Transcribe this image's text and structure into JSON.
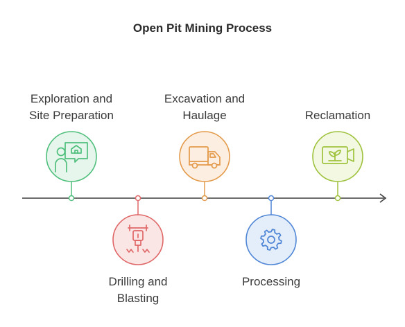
{
  "title": "Open Pit Mining Process",
  "stages": [
    {
      "label": "Exploration and\nSite Preparation",
      "icon": "explorer-house-icon",
      "stroke": "#4fbf7c",
      "fill": "#e6f6ec"
    },
    {
      "label": "Drilling and\nBlasting",
      "icon": "jackhammer-icon",
      "stroke": "#e06767",
      "fill": "#fbe6e6"
    },
    {
      "label": "Excavation and\nHaulage",
      "icon": "truck-icon",
      "stroke": "#e49a4a",
      "fill": "#fcefe1"
    },
    {
      "label": "Processing",
      "icon": "gear-icon",
      "stroke": "#4f86d6",
      "fill": "#e4eefb"
    },
    {
      "label": "Reclamation",
      "icon": "plant-tray-icon",
      "stroke": "#9fc23c",
      "fill": "#f2f8e2"
    }
  ]
}
